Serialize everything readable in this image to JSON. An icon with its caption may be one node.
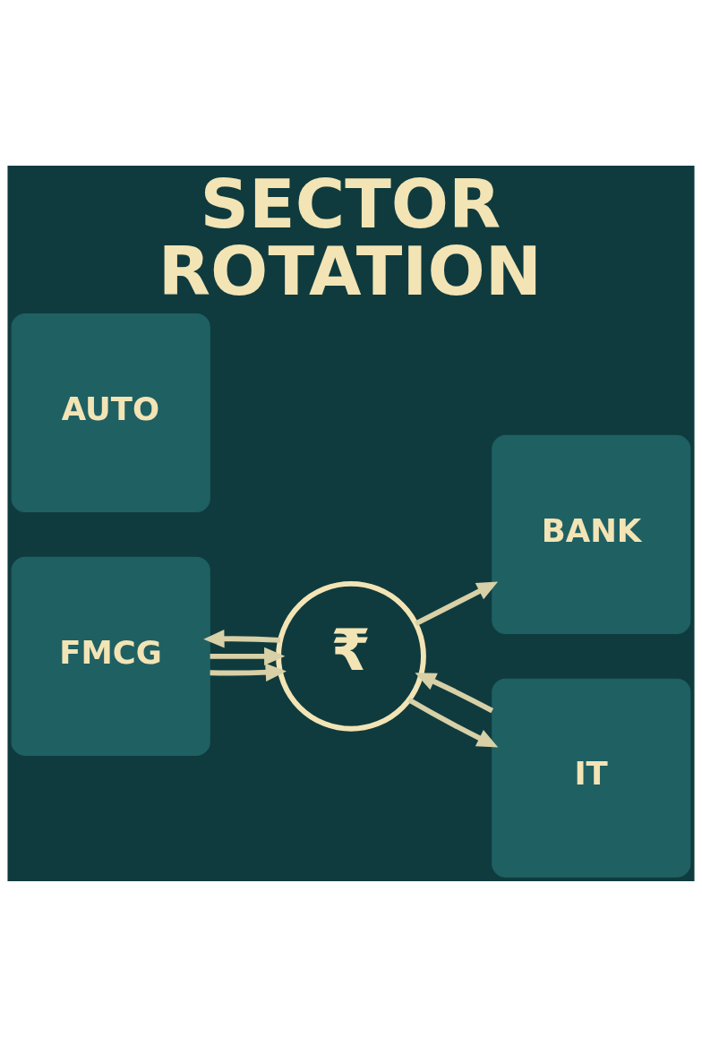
{
  "diagram": {
    "title": "SECTOR ROTATION",
    "nodes": [
      {
        "text": [
          "AUTO"
        ]
      },
      {
        "text": [
          "BANK"
        ]
      },
      {
        "text": [
          "₹"
        ]
      },
      {
        "text": [
          "FMCG"
        ]
      },
      {
        "text": [
          "IT"
        ]
      }
    ],
    "edges": [
      {
        "from": 2,
        "to": 1,
        "arrow": "to"
      },
      {
        "from": 3,
        "to": 2,
        "arrow": "to"
      },
      {
        "from": 4,
        "to": 2,
        "arrow": "to"
      },
      {
        "from": 2,
        "to": 3,
        "arrow": "to"
      },
      {
        "from": 2,
        "to": 4,
        "arrow": "to"
      },
      {
        "from": 3,
        "to": 2,
        "arrow": "to"
      }
    ]
  }
}
